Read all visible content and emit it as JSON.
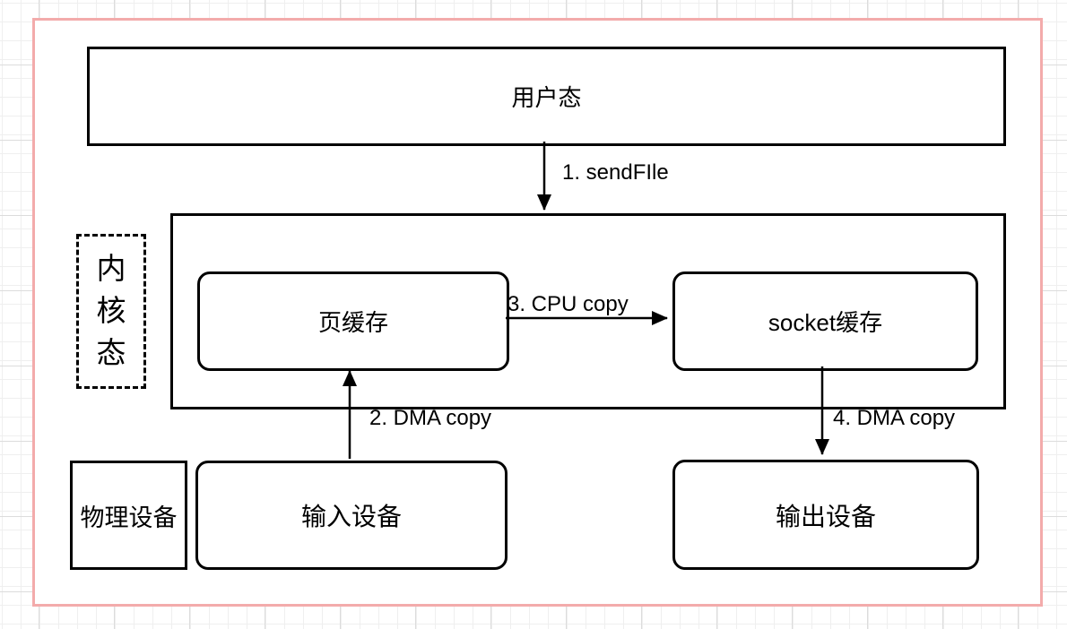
{
  "colors": {
    "canvas_border": "#f3abab",
    "stroke": "#000000",
    "background": "#ffffff"
  },
  "nodes": {
    "user_mode": {
      "label": "用户态"
    },
    "kernel_mode": {
      "label": "内核态"
    },
    "page_cache": {
      "label": "页缓存"
    },
    "socket_cache": {
      "label": "socket缓存"
    },
    "physical_device": {
      "label": "物理设备"
    },
    "input_device": {
      "label": "输入设备"
    },
    "output_device": {
      "label": "输出设备"
    }
  },
  "arrows": {
    "sendfile": {
      "label": "1. sendFIle",
      "direction": "down"
    },
    "dma_copy_in": {
      "label": "2. DMA copy",
      "direction": "up"
    },
    "cpu_copy": {
      "label": "3. CPU copy",
      "direction": "right"
    },
    "dma_copy_out": {
      "label": "4. DMA copy",
      "direction": "down"
    }
  }
}
